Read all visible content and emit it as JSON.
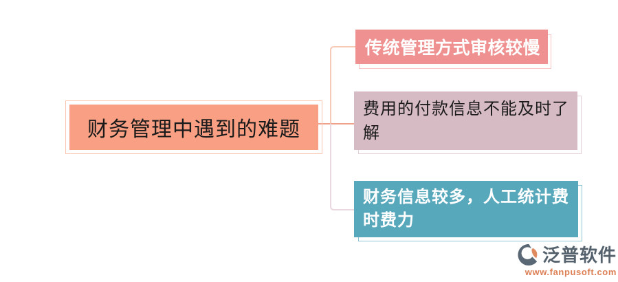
{
  "diagram": {
    "root": {
      "label": "财务管理中遇到的难题",
      "fill": "#f9a084",
      "outline": "#fbc6b0",
      "text_color": "#1a1a1a"
    },
    "branches": [
      {
        "label": "传统管理方式审核较慢",
        "fill": "#ef9191",
        "outline": "#f7c3c3",
        "text_color": "#ffffff"
      },
      {
        "label": "费用的付款信息不能及时了解",
        "fill": "#d6bac4",
        "outline": "#e4cfd7",
        "text_color": "#1a1a1a"
      },
      {
        "label": "财务信息较多，人工统计费时费力",
        "fill": "#58a8bc",
        "outline": "#90c7d4",
        "text_color": "#ffffff"
      }
    ],
    "connector_colors": {
      "root_stub": "#efa28b",
      "top_branch": "#f7cab8",
      "middle_branch": "#efa28b",
      "bottom_branch": "#ead8e0"
    }
  },
  "watermark": {
    "brand": "泛普软件",
    "url": "www.fanpusoft.com",
    "brand_color": "#55626d",
    "accent_color": "#dd7f55",
    "logo_blue": "#5a6876",
    "logo_orange": "#e08a60"
  }
}
